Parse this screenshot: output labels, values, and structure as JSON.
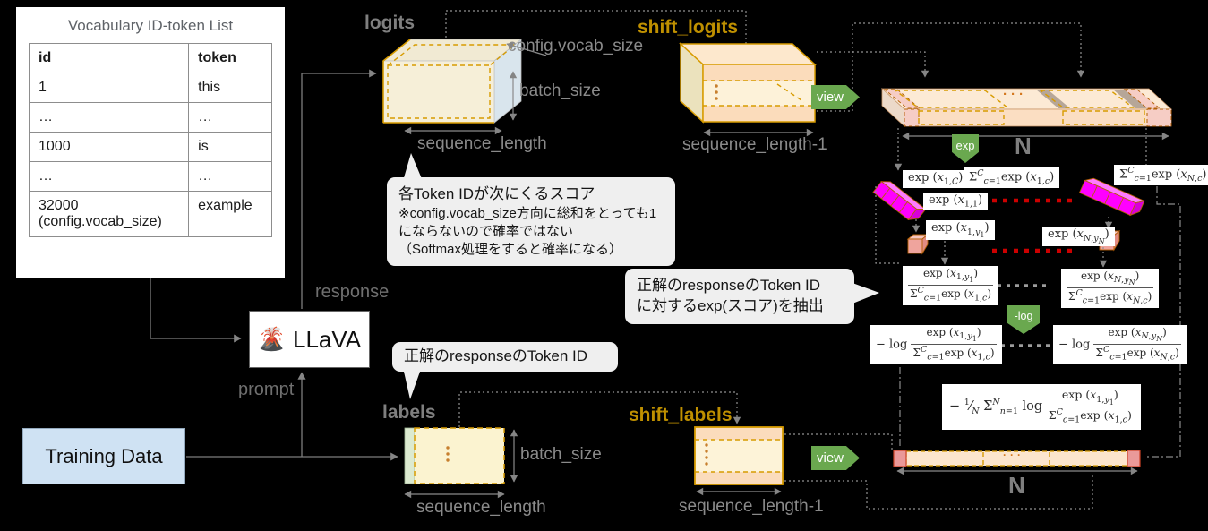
{
  "colors": {
    "accent_orange": "#d79b00",
    "gold_label": "#bf9000",
    "badge_green": "#6aa84f",
    "magenta": "#ff00ff",
    "logits_cream": "#f6efd8",
    "vocab_slice_blue": "#d9e5ed",
    "bar_peach": "#fce5cd",
    "training_blue": "#cfe2f3",
    "red_dotted": "#cc0000"
  },
  "vocab_table": {
    "title": "Vocabulary ID-token List",
    "columns": [
      "id",
      "token"
    ],
    "rows": [
      {
        "id": "1",
        "token": "this"
      },
      {
        "id": "…",
        "token": "…"
      },
      {
        "id": "1000",
        "token": "is"
      },
      {
        "id": "…",
        "token": "…"
      },
      {
        "id": "32000\n(config.vocab_size)",
        "token": "example"
      }
    ]
  },
  "flow": {
    "training_data_label": "Training Data",
    "llava_label": "LLaVA",
    "llava_icon_glyph": "🌋",
    "response_label": "response",
    "prompt_label": "prompt"
  },
  "tensors": {
    "logits": {
      "title": "logits",
      "dim_vocab": "config.vocab_size",
      "dim_batch": "batch_size",
      "dim_seq": "sequence_length"
    },
    "shift_logits": {
      "title": "shift_logits",
      "dim_seq": "sequence_length-1"
    },
    "labels": {
      "title": "labels",
      "dim_batch": "batch_size",
      "dim_seq": "sequence_length"
    },
    "shift_labels": {
      "title": "shift_labels",
      "dim_seq": "sequence_length-1"
    }
  },
  "badges": {
    "view": "view",
    "exp": "exp",
    "log": "-log"
  },
  "bars": {
    "top_n": "N",
    "bottom_n": "N",
    "dots": "···"
  },
  "callouts": {
    "score_line1": "各Token IDが次にくるスコア",
    "score_line2": "※config.vocab_size方向に総和をとっても1",
    "score_line3": "にならないので確率ではない",
    "score_line4": "（Softmax処理をすると確率になる）",
    "extract_line1": "正解のresponseのToken ID",
    "extract_line2": "に対するexp(スコア)を抽出",
    "answer": "正解のresponseのToken ID"
  },
  "formulas": {
    "exp_1C": "exp (<i>x</i><sub>1,<i>C</i></sub>)",
    "sum_1c": "Σ<sup><i>C</i></sup><sub><i>c</i>=1</sub>exp (<i>x</i><sub>1,<i>c</i></sub>)",
    "exp_11": "exp (<i>x</i><sub>1,1</sub>)",
    "sum_Nc": "Σ<sup><i>C</i></sup><sub><i>c</i>=1</sub>exp (<i>x</i><sub><i>N</i>,<i>c</i></sub>)",
    "exp_1y1": "exp (<i>x</i><sub>1,<i>y</i><sub>1</sub></sub>)",
    "exp_NyN": "exp (<i>x</i><sub><i>N</i>,<i>y</i><sub><i>N</i></sub></sub>)",
    "minus_log": "− log",
    "final_prefix": "− <sup>1</sup>⁄<sub><i>N</i></sub> Σ<sup><i>N</i></sup><sub><i>n</i>=1</sub> log"
  }
}
